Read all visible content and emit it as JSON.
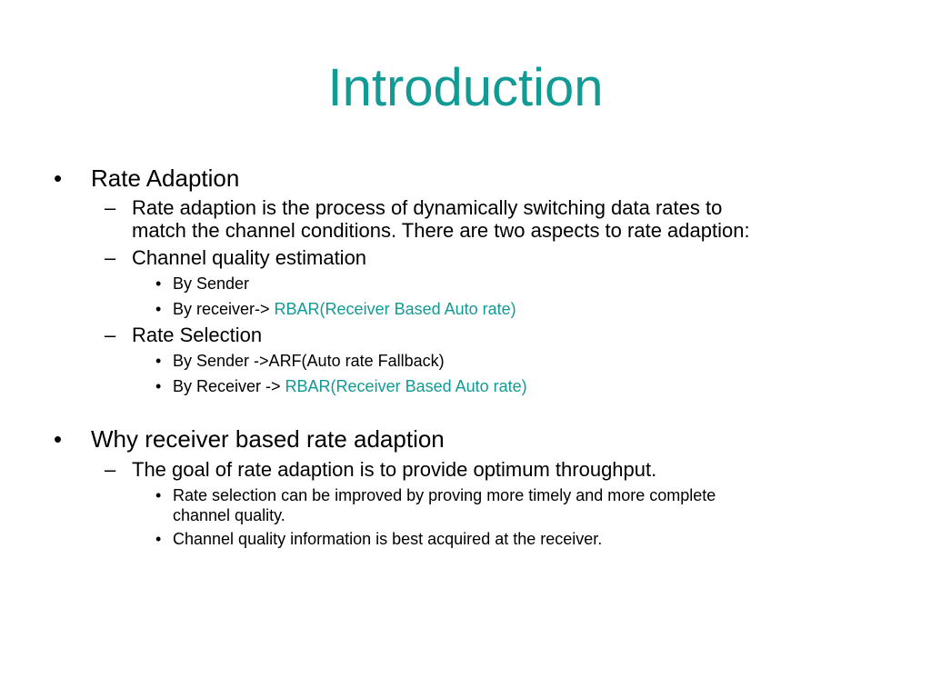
{
  "title": "Introduction",
  "accent_color": "#129a94",
  "sections": [
    {
      "heading": "Rate Adaption",
      "items": [
        {
          "line1": "Rate adaption is the process of dynamically switching data rates to",
          "line2": "match the channel conditions. There are two aspects to rate adaption:"
        },
        {
          "text": "Channel quality estimation",
          "subitems": [
            {
              "text": "By Sender"
            },
            {
              "prefix": "By receiver-> ",
              "highlight": "RBAR(Receiver Based Auto rate)"
            }
          ]
        },
        {
          "text": "Rate Selection",
          "subitems": [
            {
              "text": "By Sender ->ARF(Auto rate Fallback)"
            },
            {
              "prefix": "By Receiver -> ",
              "highlight": "RBAR(Receiver Based Auto rate)"
            }
          ]
        }
      ]
    },
    {
      "heading": "Why receiver based rate adaption",
      "items": [
        {
          "text": "The goal of rate adaption is to provide optimum throughput.",
          "subitems": [
            {
              "line1": "Rate selection can be improved by proving more timely and more complete",
              "line2": "channel quality."
            },
            {
              "text": "Channel quality information is best acquired at the receiver."
            }
          ]
        }
      ]
    }
  ],
  "markers": {
    "level1": "•",
    "level2": "–",
    "level3": "•"
  }
}
